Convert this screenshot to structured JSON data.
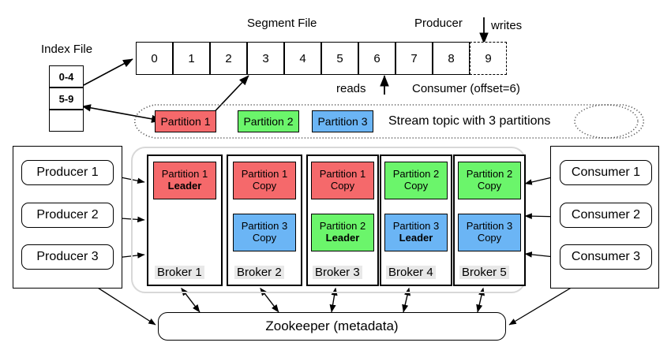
{
  "diagram": {
    "title": "Kafka stream topic, brokers, producers, consumers and Zookeeper",
    "colors": {
      "partition1": "#f5696b",
      "partition2": "#6bf56b",
      "partition3": "#6bb5f5",
      "broker_label_bg": "#e8e8e8",
      "cluster_border": "#d8d8d8",
      "stroke": "#000000"
    }
  },
  "index_file": {
    "label": "Index File",
    "entries": [
      "0-4",
      "5-9",
      ""
    ]
  },
  "segment_file": {
    "label": "Segment File",
    "offsets": [
      "0",
      "1",
      "2",
      "3",
      "4",
      "5",
      "6",
      "7",
      "8"
    ],
    "pending_offset": "9",
    "pending_is_dashed": true
  },
  "annotations": {
    "producer": "Producer",
    "writes": "writes",
    "reads": "reads",
    "consumer_offset": "Consumer (offset=6)"
  },
  "topic": {
    "caption": "Stream topic with 3 partitions",
    "partitions": [
      {
        "label": "Partition 1",
        "color_key": "partition1"
      },
      {
        "label": "Partition 2",
        "color_key": "partition2"
      },
      {
        "label": "Partition 3",
        "color_key": "partition3"
      }
    ]
  },
  "producers": {
    "items": [
      "Producer 1",
      "Producer 2",
      "Producer 3"
    ]
  },
  "consumers": {
    "items": [
      "Consumer 1",
      "Consumer 2",
      "Consumer 3"
    ]
  },
  "brokers": [
    {
      "name": "Broker 1",
      "replicas": [
        {
          "line1": "Partition 1",
          "line2": "Leader",
          "role": "leader",
          "color_key": "partition1"
        }
      ]
    },
    {
      "name": "Broker 2",
      "replicas": [
        {
          "line1": "Partition 1",
          "line2": "Copy",
          "role": "copy",
          "color_key": "partition1"
        },
        {
          "line1": "Partition 3",
          "line2": "Copy",
          "role": "copy",
          "color_key": "partition3"
        }
      ]
    },
    {
      "name": "Broker 3",
      "replicas": [
        {
          "line1": "Partition 1",
          "line2": "Copy",
          "role": "copy",
          "color_key": "partition1"
        },
        {
          "line1": "Partition 2",
          "line2": "Leader",
          "role": "leader",
          "color_key": "partition2"
        }
      ]
    },
    {
      "name": "Broker 4",
      "replicas": [
        {
          "line1": "Partition 2",
          "line2": "Copy",
          "role": "copy",
          "color_key": "partition2"
        },
        {
          "line1": "Partition 3",
          "line2": "Leader",
          "role": "leader",
          "color_key": "partition3"
        }
      ]
    },
    {
      "name": "Broker 5",
      "replicas": [
        {
          "line1": "Partition 2",
          "line2": "Copy",
          "role": "copy",
          "color_key": "partition2"
        },
        {
          "line1": "Partition 3",
          "line2": "Copy",
          "role": "copy",
          "color_key": "partition3"
        }
      ]
    }
  ],
  "zookeeper": {
    "label": "Zookeeper (metadata)"
  }
}
